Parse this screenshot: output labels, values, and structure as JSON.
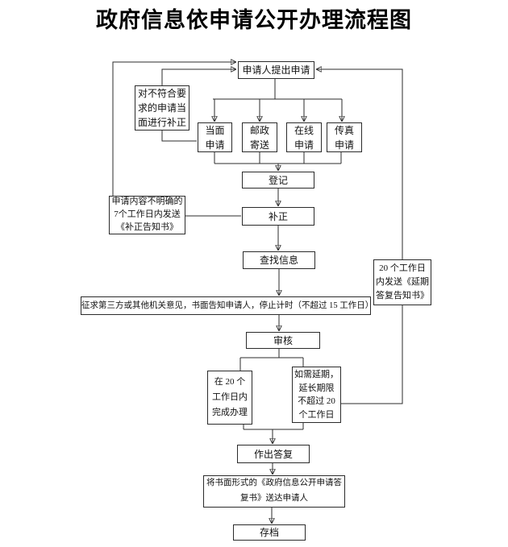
{
  "title": "政府信息依申请公开办理流程图",
  "colors": {
    "background": "#ffffff",
    "line": "#2b2b2b",
    "text": "#111111"
  },
  "nodes": {
    "applicant": "申请人提出申请",
    "correct_onsite": "对不符合要\n求的申请当\n面进行补正",
    "method_inperson": "当面\n申请",
    "method_post": "邮政\n寄送",
    "method_online": "在线\n申请",
    "method_fax": "传真\n申请",
    "register": "登记",
    "unclear_notice": "申请内容不明确的\n7个工作日内发送\n《补正告知书》",
    "correction": "补正",
    "search_info": "查找信息",
    "third_party": "征求第三方或其他机关意见，书面告知申请人，停止计时（不超过 15 工作日）",
    "review": "审核",
    "complete_20": "在 20 个\n工作日内\n完成办理",
    "extend_20": "如需延期，\n延长期限\n不超过 20\n个工作日",
    "delay_notice": "20 个工作日\n内发送《延期\n答复告知书》",
    "reply": "作出答复",
    "deliver": "将书面形式的《政府信息公开申请答\n复书》送达申请人",
    "archive": "存档"
  }
}
